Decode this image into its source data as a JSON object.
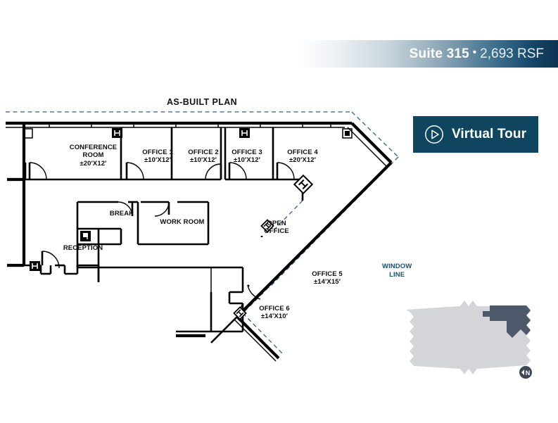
{
  "header": {
    "suite_label": "Suite 315",
    "separator": "•",
    "area_label": "2,693 RSF"
  },
  "virtual_tour": {
    "label": "Virtual Tour",
    "icon": "play-circle-icon"
  },
  "plan": {
    "title": "AS-BUILT PLAN",
    "window_line_label": "WINDOW\nLINE",
    "rooms": [
      {
        "name": "CONFERENCE\nROOM",
        "dimension": "±20′X12′"
      },
      {
        "name": "OFFICE 1",
        "dimension": "±10′X12′"
      },
      {
        "name": "OFFICE 2",
        "dimension": "±10′X12′"
      },
      {
        "name": "OFFICE 3",
        "dimension": "±10′X12′"
      },
      {
        "name": "OFFICE 4",
        "dimension": "±20′X12′"
      },
      {
        "name": "BREAK",
        "dimension": ""
      },
      {
        "name": "WORK ROOM",
        "dimension": ""
      },
      {
        "name": "RECEPTION",
        "dimension": ""
      },
      {
        "name": "OPEN\nOFFICE",
        "dimension": ""
      },
      {
        "name": "OFFICE 5",
        "dimension": "±14′X15′"
      },
      {
        "name": "OFFICE 6",
        "dimension": "±14′X10′"
      }
    ]
  },
  "key_plan": {
    "north_label": "N",
    "building_color": "#d3d5d9",
    "suite_color": "#4d586b"
  },
  "colors": {
    "banner_dark": "#0d3250",
    "tour_bg": "#10455f",
    "window_line": "#1c4f70",
    "wall": "#000000"
  }
}
